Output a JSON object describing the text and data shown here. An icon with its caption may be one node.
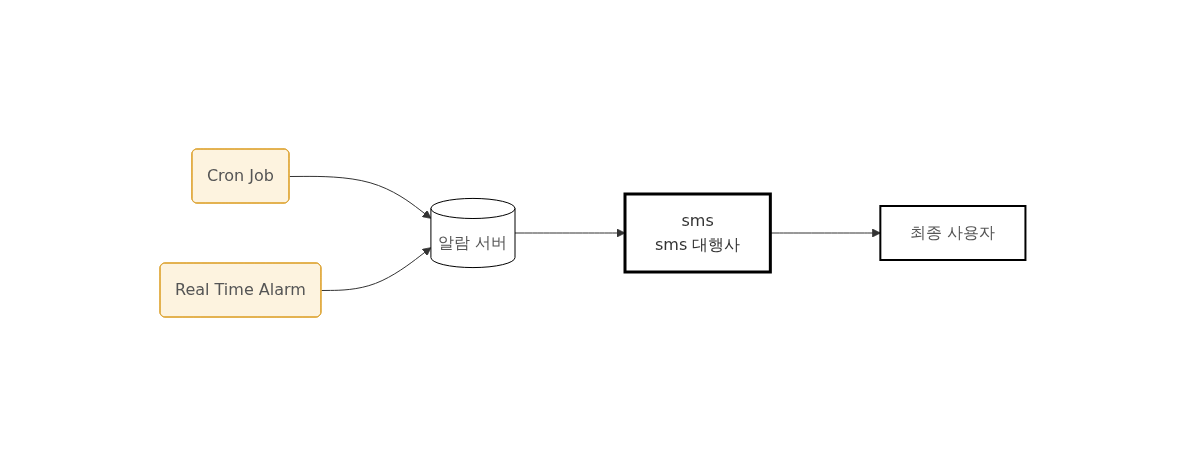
{
  "diagram": {
    "nodes": [
      {
        "text": [
          "Cron Job"
        ]
      },
      {
        "text": [
          "Real Time Alarm"
        ]
      },
      {
        "text": [
          "알람 서버"
        ]
      },
      {
        "text": [
          "sms",
          "sms 대행사"
        ]
      },
      {
        "text": [
          "최종 사용자"
        ]
      }
    ],
    "edges": [
      {
        "from": 0,
        "to": 2,
        "arrow": "to"
      },
      {
        "from": 1,
        "to": 2,
        "arrow": "to"
      },
      {
        "from": 2,
        "to": 3,
        "arrow": "to"
      },
      {
        "from": 3,
        "to": 4,
        "arrow": "to"
      }
    ]
  }
}
